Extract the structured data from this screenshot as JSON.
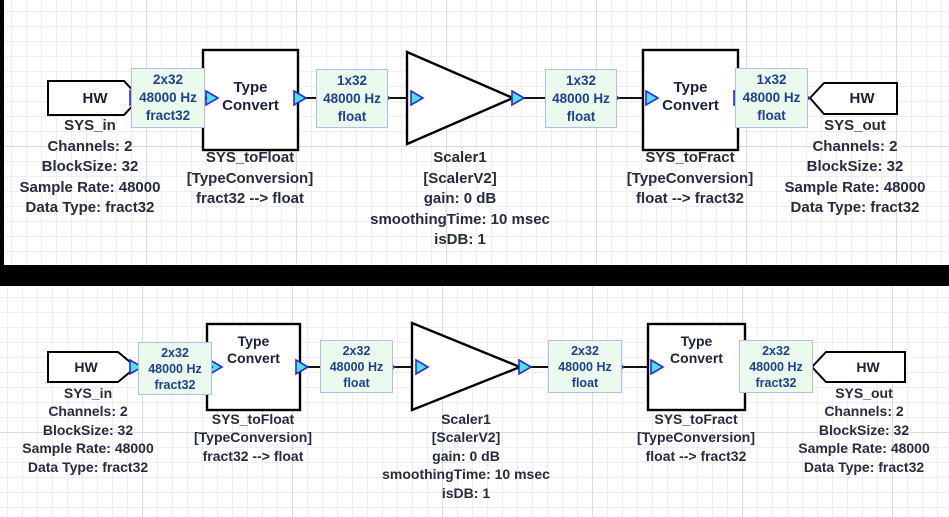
{
  "app": "Audio Weaver Designer layout comparison",
  "colors": {
    "background": "#000000",
    "canvas": "#ffffff",
    "grid_minor": "#eeeeee",
    "grid_major": "#dcdcdc",
    "wire": "#111111",
    "block_border": "#000000",
    "wire_label_fill": "#eafaec",
    "wire_label_border": "#b6bde9",
    "wire_label_text": "#21418f",
    "pin_fill": "#4fe3df",
    "pin_border": "#2b2bdb",
    "chevron": "#1f3db0"
  },
  "panels": [
    {
      "hw_in_label": "HW",
      "hw_in_caption": [
        "SYS_in",
        "Channels: 2",
        "BlockSize: 32",
        "Sample Rate: 48000",
        "Data Type: fract32"
      ],
      "wire_labels": [
        [
          "2x32",
          "48000 Hz",
          "fract32"
        ],
        [
          "1x32",
          "48000 Hz",
          "float"
        ],
        [
          "1x32",
          "48000 Hz",
          "float"
        ],
        [
          "1x32",
          "48000 Hz",
          "float"
        ]
      ],
      "convert1_title": [
        "Type",
        "Convert"
      ],
      "convert1_caption": [
        "SYS_toFloat",
        "[TypeConversion]",
        "fract32 --> float"
      ],
      "scaler_caption": [
        "Scaler1",
        "[ScalerV2]",
        "gain: 0 dB",
        "smoothingTime: 10 msec",
        "isDB: 1"
      ],
      "convert2_title": [
        "Type",
        "Convert"
      ],
      "convert2_caption": [
        "SYS_toFract",
        "[TypeConversion]",
        "float --> fract32"
      ],
      "hw_out_label": "HW",
      "hw_out_caption": [
        "SYS_out",
        "Channels: 2",
        "BlockSize: 32",
        "Sample Rate: 48000",
        "Data Type: fract32"
      ]
    },
    {
      "hw_in_label": "HW",
      "hw_in_caption": [
        "SYS_in",
        "Channels: 2",
        "BlockSize: 32",
        "Sample Rate: 48000",
        "Data Type: fract32"
      ],
      "wire_labels": [
        [
          "2x32",
          "48000 Hz",
          "fract32"
        ],
        [
          "2x32",
          "48000 Hz",
          "float"
        ],
        [
          "2x32",
          "48000 Hz",
          "float"
        ],
        [
          "2x32",
          "48000 Hz",
          "fract32"
        ]
      ],
      "convert1_title": [
        "Type",
        "Convert"
      ],
      "convert1_caption": [
        "SYS_toFloat",
        "[TypeConversion]",
        "fract32 --> float"
      ],
      "scaler_caption": [
        "Scaler1",
        "[ScalerV2]",
        "gain: 0 dB",
        "smoothingTime: 10 msec",
        "isDB: 1"
      ],
      "convert2_title": [
        "Type",
        "Convert"
      ],
      "convert2_caption": [
        "SYS_toFract",
        "[TypeConversion]",
        "float --> fract32"
      ],
      "hw_out_label": "HW",
      "hw_out_caption": [
        "SYS_out",
        "Channels: 2",
        "BlockSize: 32",
        "Sample Rate: 48000",
        "Data Type: fract32"
      ]
    }
  ]
}
